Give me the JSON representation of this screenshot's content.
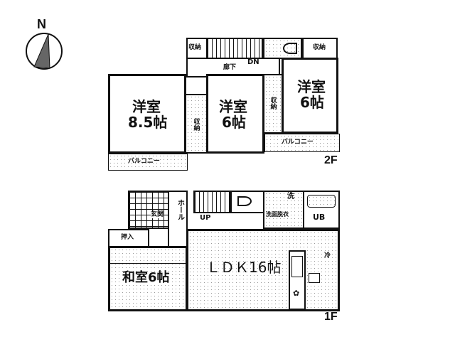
{
  "compass": {
    "label": "N",
    "icon": "north-arrow-icon"
  },
  "floor2": {
    "floor_label": "2F",
    "rooms": [
      {
        "name": "洋室",
        "size": "8.5帖"
      },
      {
        "name": "洋室",
        "size": "6帖"
      },
      {
        "name": "洋室",
        "size": "6帖"
      }
    ],
    "storage_labels": [
      "収納",
      "収納",
      "収納",
      "収納"
    ],
    "corridor": "廊下",
    "stairs": "DN",
    "balconies": [
      "バルコニー",
      "バルコニー"
    ]
  },
  "floor1": {
    "floor_label": "1F",
    "ldk": "ＬＤＫ16帖",
    "washitsu": "和室6帖",
    "oshiire": "押入",
    "hall": "ホール",
    "stairs": "UP",
    "entrance": "玄関",
    "washroom": "洗面脱衣",
    "laundry": "洗",
    "bath": "UB",
    "fridge": "冷"
  },
  "colors": {
    "wall": "#111111",
    "background": "#ffffff",
    "floor_dots": "#9a9a9a"
  }
}
